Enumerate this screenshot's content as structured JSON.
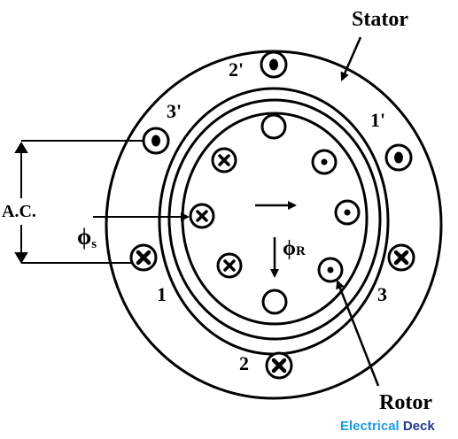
{
  "labels": {
    "stator": "Stator",
    "rotor": "Rotor",
    "ac": "A.C.",
    "phi_s_main": "ϕ",
    "phi_s_sub": "s",
    "phi_r_main": "ϕ",
    "phi_r_sub": "R"
  },
  "coil_labels": {
    "c1": "1",
    "c2": "2",
    "c3": "3",
    "c1p": "1'",
    "c2p": "2'",
    "c3p": "3'"
  },
  "watermark": {
    "part1": "Electrical",
    "part2": " Deck",
    "color1": "#1a9be0",
    "color2": "#1f3a93"
  },
  "symbols": {
    "dot": "current out of page (dot)",
    "cross": "current into page (cross)",
    "empty": "empty slot"
  }
}
